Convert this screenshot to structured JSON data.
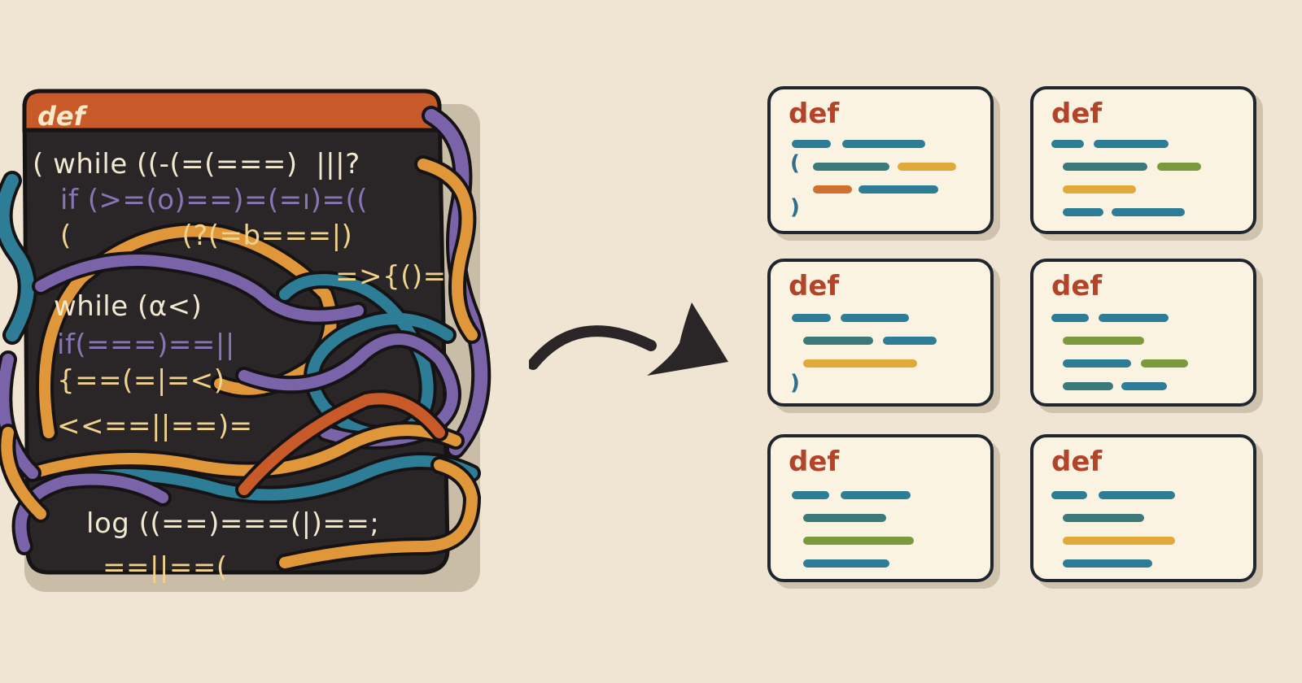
{
  "tangled_code": {
    "header": "def",
    "lines": [
      "( while ((-(=(===)  |||?",
      "if (>=(o)==)=(=ı)=((",
      "(            (?(=b===|)",
      "=>{()=",
      "while (α<)",
      "if(===)==||",
      "{==(=|=<)",
      "<<==||==)=",
      "log ((==)===(|)==;",
      "==||==("
    ]
  },
  "arrow": {
    "icon": "curved-arrow-icon"
  },
  "clean_cards": [
    {
      "label": "def"
    },
    {
      "label": "def"
    },
    {
      "label": "def"
    },
    {
      "label": "def"
    },
    {
      "label": "def"
    },
    {
      "label": "def"
    }
  ],
  "colors": {
    "teal": "#2d7d97",
    "orange": "#e0973a",
    "purple": "#7a63a8",
    "red_orange": "#c85a2a",
    "green": "#7a9a3b",
    "dark": "#2a2628"
  }
}
